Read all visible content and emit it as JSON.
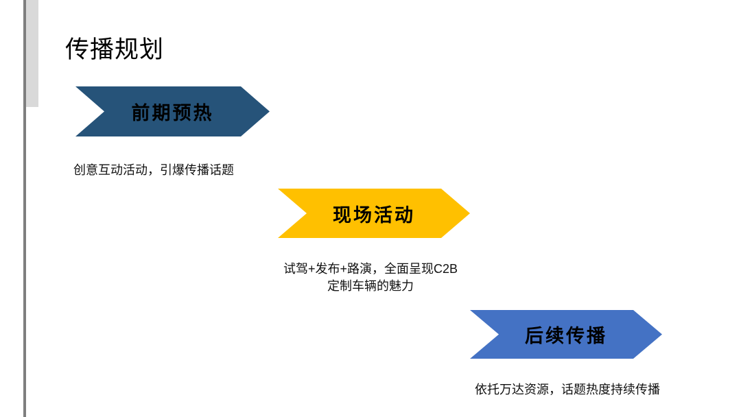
{
  "slide": {
    "title": "传播规划",
    "background_color": "#ffffff",
    "edge": {
      "line_color": "#7f7f7f",
      "tab_color": "#d9d9d9"
    },
    "steps": [
      {
        "label": "前期预热",
        "description": "创意互动活动，引爆传播话题",
        "color": "#265379"
      },
      {
        "label": "现场活动",
        "description": "试驾+发布+路演，全面呈现C2B\n定制车辆的魅力",
        "color": "#ffc000"
      },
      {
        "label": "后续传播",
        "description": "依托万达资源，话题热度持续传播",
        "color": "#4472c4"
      }
    ]
  }
}
